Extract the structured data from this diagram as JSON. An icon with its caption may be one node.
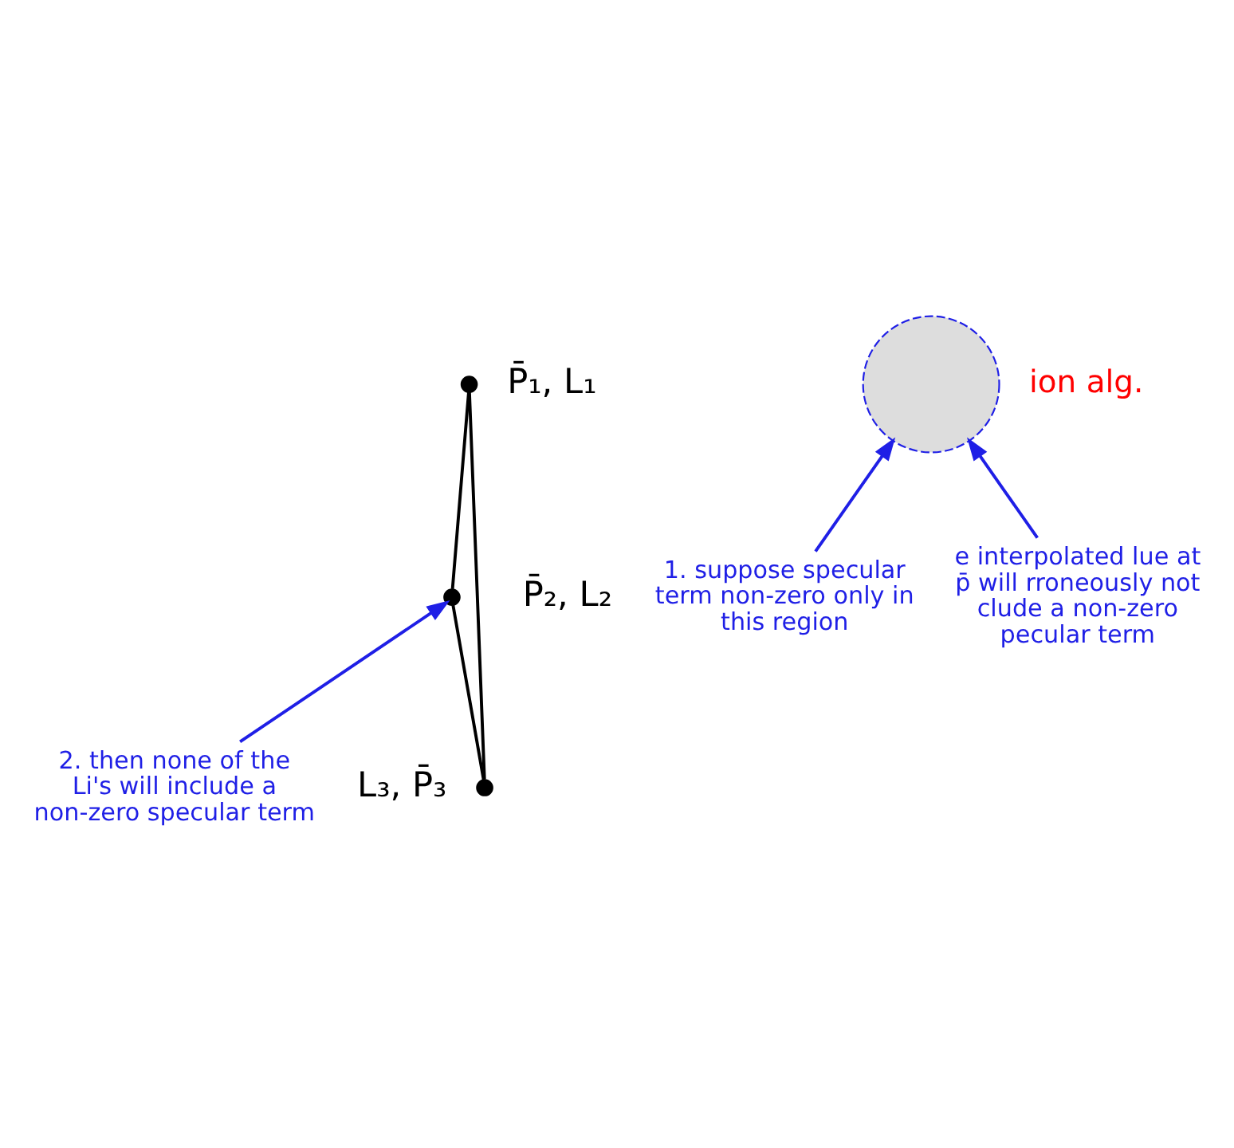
{
  "diagram": {
    "nodes": [
      {
        "text": [],
        "shape": "circle",
        "beside": [
          "P̄₁, L₁"
        ]
      },
      {
        "text": [],
        "shape": "circle",
        "beside": [
          "L₃, P̄₃"
        ]
      },
      {
        "text": [],
        "shape": "circle",
        "beside": [
          "P̄₂, L₂"
        ]
      },
      {
        "text": [],
        "shape": "circle"
      },
      {
        "text": [
          "1. suppose specular term non-zero only in this region"
        ]
      },
      {
        "text": [
          "e interpolated lue at p̄ will rroneously not clude a non-zero pecular term"
        ]
      },
      {
        "text": [
          "2. then none of the Li's will include a non-zero specular term"
        ]
      }
    ],
    "edges": [
      {
        "from": 0,
        "to": 2,
        "arrow": "none"
      },
      {
        "from": 2,
        "to": 1,
        "arrow": "none"
      },
      {
        "from": 1,
        "to": 0,
        "arrow": "none"
      },
      {
        "from": 4,
        "to": 3,
        "arrow": "to",
        "color": "#1f1fe6"
      },
      {
        "from": 5,
        "to": 3,
        "arrow": "to",
        "color": "#1f1fe6"
      },
      {
        "from": 6,
        "to": 2,
        "arrow": "to",
        "color": "#1f1fe6"
      }
    ],
    "labels": [
      "ion alg."
    ]
  }
}
